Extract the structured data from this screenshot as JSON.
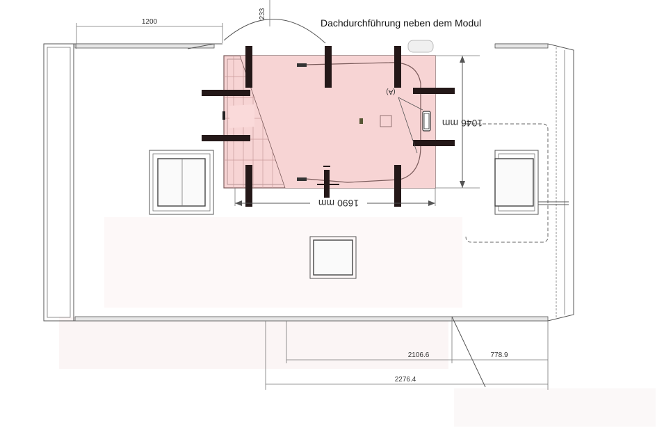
{
  "annotation": "Dachdurchführung neben dem Modul",
  "dimensions": {
    "top_width": "1200",
    "arc": "233",
    "module_height": "1046 mm",
    "module_width": "1690 mm",
    "bottom_a": "2106.6",
    "bottom_b": "778.9",
    "bottom_total": "2276.4",
    "marker": "(A)"
  },
  "colors": {
    "module_fill": "#f7d4d4",
    "module_stroke": "#7a5a5a",
    "mount_bar": "#241818",
    "outline": "#555555"
  }
}
